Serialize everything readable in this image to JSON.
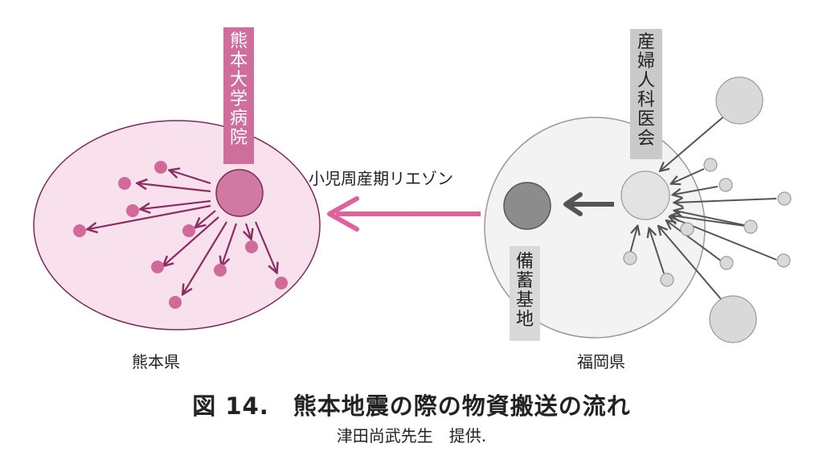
{
  "labels": {
    "kumamoto_university_hospital": "熊本大学病院",
    "obgyn_association": "産婦人科医会",
    "stockpile_base": "備蓄基地",
    "arrow_caption": "小児周産期リエゾン",
    "kumamoto_prefecture": "熊本県",
    "fukuoka_prefecture": "福岡県"
  },
  "caption": {
    "title": "図 14.　熊本地震の際の物資搬送の流れ",
    "credit": "津田尚武先生　提供."
  },
  "colors": {
    "kumamoto_fill": "#f8e1ec",
    "kumamoto_stroke": "#7a2a55",
    "kumamoto_hub": "#d07aa3",
    "kumamoto_arrow": "#8a2e63",
    "kumamoto_dot": "#d06a98",
    "transfer_arrow": "#e0619b",
    "fukuoka_fill": "#f3f3f3",
    "fukuoka_stroke": "#999999",
    "fukuoka_arrow": "#555555",
    "stockpile_dot": "#8c8c8c"
  }
}
